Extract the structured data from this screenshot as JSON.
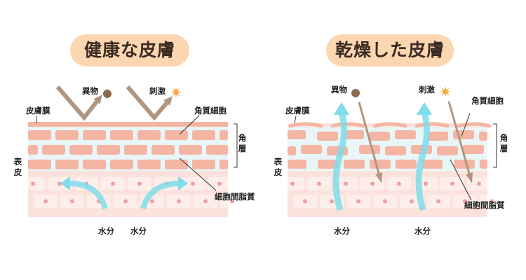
{
  "healthy": {
    "title": "健康な皮膚",
    "foreign": "異物",
    "irritant": "刺激",
    "sebum_membrane": "皮膚膜",
    "corneocyte": "角質細胞",
    "stratum_corneum": "角層",
    "epidermis": "表皮",
    "intercellular_lipid": "細胞間脂質",
    "water_left": "水分",
    "water_right": "水分"
  },
  "dry": {
    "title": "乾燥した皮膚",
    "foreign": "異物",
    "irritant": "刺激",
    "sebum_membrane": "皮膚膜",
    "corneocyte": "角質細胞",
    "stratum_corneum": "角層",
    "epidermis": "表皮",
    "intercellular_lipid": "細胞間脂質",
    "water_left": "水分",
    "water_right": "水分"
  },
  "colors": {
    "skin": "#fbe3dc",
    "cell": "#f5b5a3",
    "lipid": "#e8f6f8",
    "water": "#7fdcea",
    "arrow": "#b09680",
    "dot": "#f0a0a0",
    "title_bg": "#fcd6b0"
  }
}
